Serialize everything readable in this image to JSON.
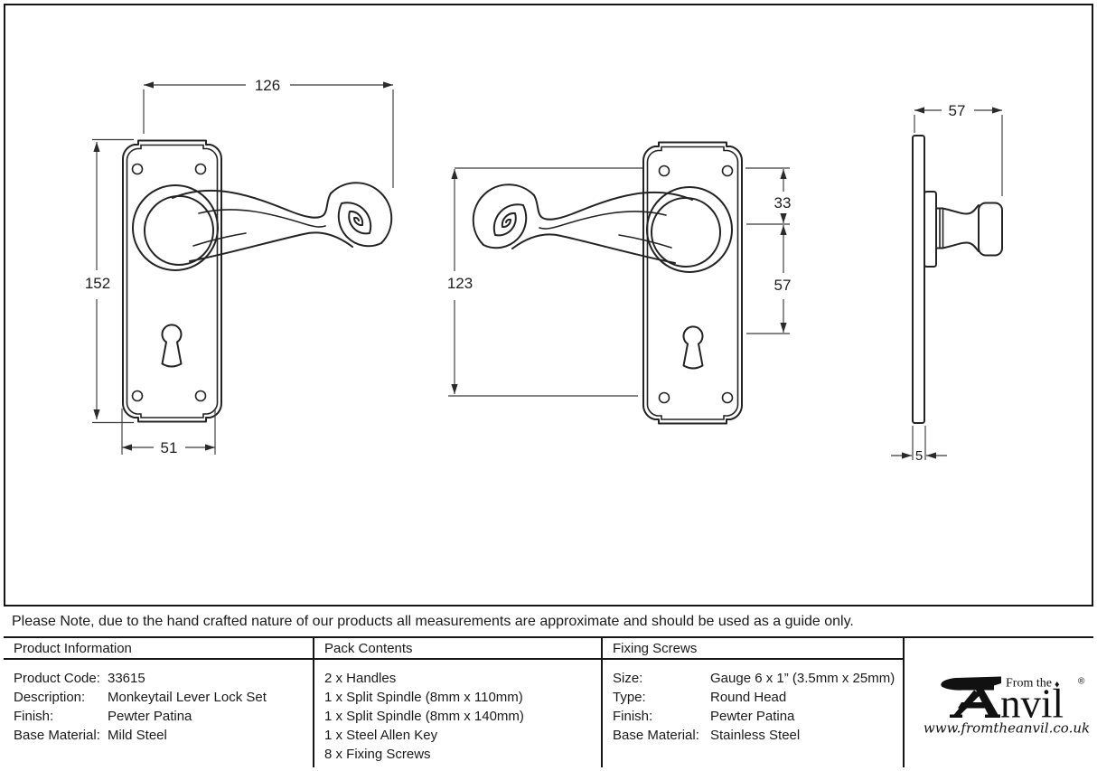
{
  "note": "Please Note, due to the hand crafted nature of our products all measurements are approximate and should be used as a guide only.",
  "dimensions": {
    "front": {
      "width": "126",
      "height": "152",
      "plate_width": "51"
    },
    "back": {
      "drop": "123",
      "top_to_centre": "33",
      "centre_to_keyhole": "57"
    },
    "side": {
      "projection": "57",
      "plate_thickness": "5"
    }
  },
  "table": {
    "product_information": {
      "header": "Product Information",
      "rows": [
        {
          "label": "Product Code:",
          "value": "33615"
        },
        {
          "label": "Description:",
          "value": "Monkeytail Lever Lock Set"
        },
        {
          "label": "Finish:",
          "value": "Pewter Patina"
        },
        {
          "label": "Base Material:",
          "value": "Mild Steel"
        }
      ]
    },
    "pack_contents": {
      "header": "Pack Contents",
      "items": [
        "2 x Handles",
        "1 x Split Spindle (8mm x 110mm)",
        "1 x Split Spindle (8mm x 140mm)",
        "1 x Steel Allen Key",
        "8 x Fixing Screws"
      ]
    },
    "fixing_screws": {
      "header": "Fixing Screws",
      "rows": [
        {
          "label": "Size:",
          "value": "Gauge 6 x 1” (3.5mm x 25mm)"
        },
        {
          "label": "Type:",
          "value": "Round Head"
        },
        {
          "label": "Finish:",
          "value": "Pewter Patina"
        },
        {
          "label": "Base Material:",
          "value": "Stainless Steel"
        }
      ]
    }
  },
  "logo": {
    "prefix": "From the",
    "diamond": "♦",
    "name_suffix": "nvil",
    "registered": "®",
    "website": "www.fromtheanvil.co.uk"
  },
  "colors": {
    "ink": "#1a1a1a",
    "paper": "#ffffff"
  }
}
